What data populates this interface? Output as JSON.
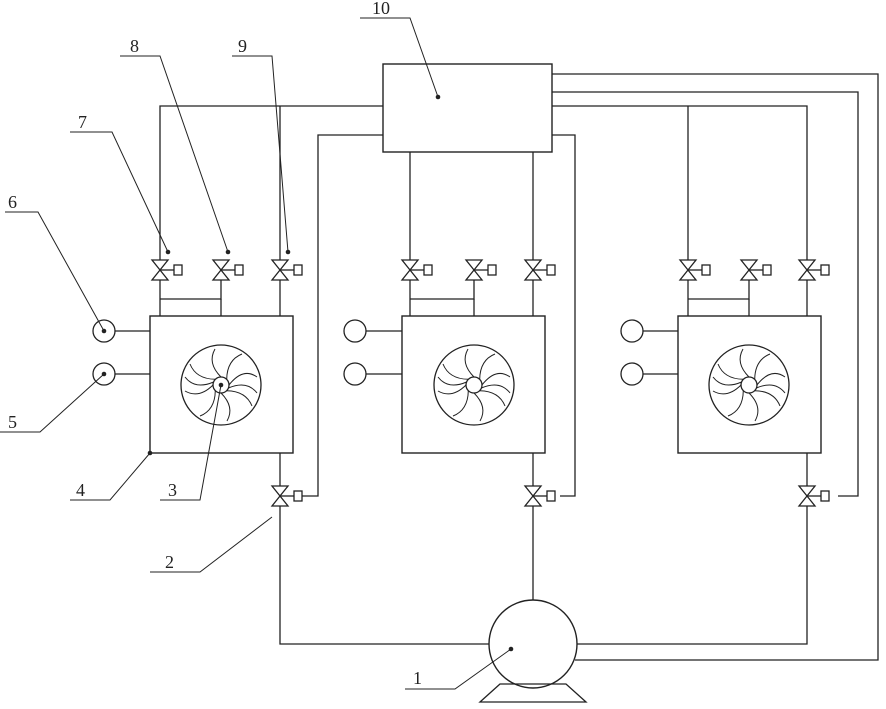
{
  "diagram": {
    "labels": {
      "l1": "1",
      "l2": "2",
      "l3": "3",
      "l4": "4",
      "l5": "5",
      "l6": "6",
      "l7": "7",
      "l8": "8",
      "l9": "9",
      "l10": "10"
    },
    "units": [
      "unit-left",
      "unit-middle",
      "unit-right"
    ],
    "line_color": "#222222"
  }
}
